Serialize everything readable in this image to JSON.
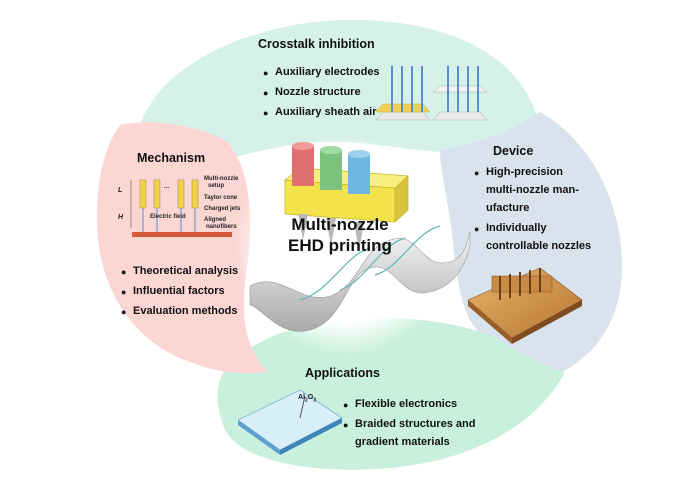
{
  "center": {
    "line1": "Multi-nozzle",
    "line2": "EHD printing"
  },
  "sections": {
    "crosstalk": {
      "title": "Crosstalk inhibition",
      "items": [
        "Auxiliary electrodes",
        "Nozzle structure",
        "Auxiliary sheath air"
      ]
    },
    "device": {
      "title": "Device",
      "items": [
        "High-precision",
        "multi-nozzle man-",
        "ufacture",
        "Individually",
        "controllable nozzles"
      ]
    },
    "applications": {
      "title": "Applications",
      "items": [
        "Flexible electronics",
        "Braided structures and",
        "gradient materials"
      ]
    },
    "mechanism": {
      "title": "Mechanism",
      "items": [
        "Theoretical  analysis",
        "Influential factors",
        "Evaluation methods"
      ]
    }
  },
  "mechanism_labels": {
    "setup": [
      "Multi-nozzle",
      "setup"
    ],
    "taylor": "Taylor cone",
    "jets": "Charged jets",
    "fibers": [
      "Aligned",
      "nanofibers"
    ],
    "field": "Electric field",
    "axis_L": "L",
    "axis_H": "H",
    "dots": "..."
  },
  "applications_label": {
    "base": "Al",
    "sub": "2",
    "tail": "O",
    "sub2": "3"
  },
  "colors": {
    "crosstalk_bg": "#d6f0ea",
    "device_bg": "#d9e3ee",
    "applications_bg": "#c9f0dc",
    "mechanism_bg": "#fbd6d3",
    "nozzle_red": "#e07070",
    "nozzle_green": "#7cc27c",
    "nozzle_blue": "#6fb6e0",
    "holder_yellow": "#f2e34a"
  }
}
